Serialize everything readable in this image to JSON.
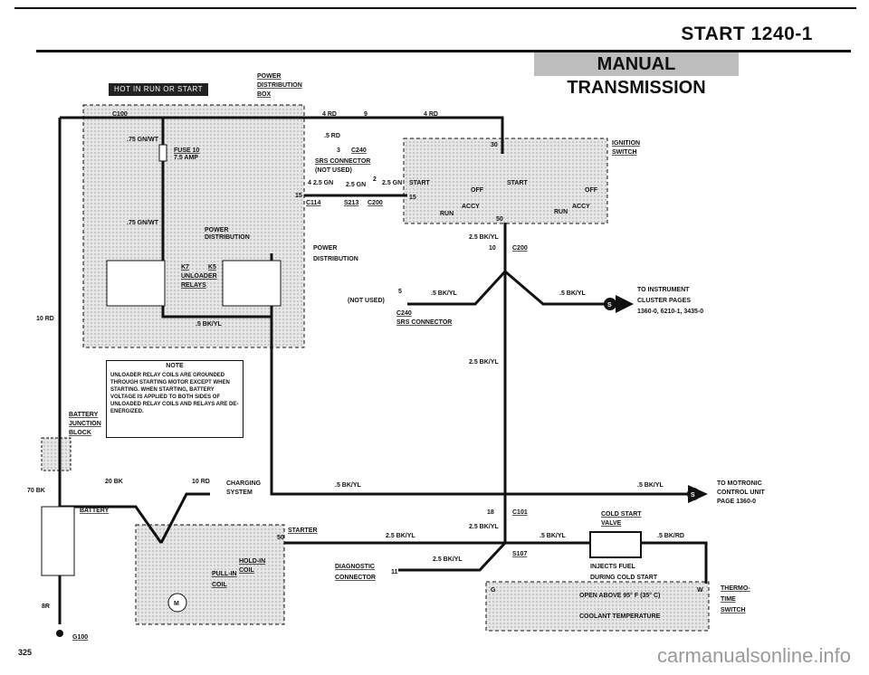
{
  "header": {
    "title": "START  1240-1",
    "section": "MANUAL TRANSMISSION"
  },
  "hot_label": "HOT IN RUN OR START",
  "power_distribution_box": "POWER\nDISTRIBUTION\nBOX",
  "labels": {
    "c100": "C100",
    "wire_75gnwt_a": ".75 GN/WT",
    "wire_75gnwt_b": ".75 GN/WT",
    "fuse": "FUSE 10",
    "fuse_amp": "7.5 AMP",
    "pd_inner_1": "POWER",
    "pd_inner_2": "DISTRIBUTION",
    "k7": "K7",
    "k5": "K5",
    "unloader": "UNLOADER",
    "relays": "RELAYS",
    "relay_wire": ".5 BK/YL",
    "wire_4rd_a": "4 RD",
    "pin9": "9",
    "wire_4rd_b": "4 RD",
    "wire_5rd": ".5 RD",
    "pin3": "3",
    "c240_a": "C240",
    "srs_conn_a": "SRS CONNECTOR",
    "not_used_a": "(NOT USED)",
    "pin4": "4",
    "wire_25gn_a": "2.5 GN",
    "wire_25gn_b": "2.5 GN",
    "pin2": "2",
    "wire_25gn_c": "2.5 GN",
    "pin15": "15",
    "c114": "C114",
    "s213": "S213",
    "c200_a": "C200",
    "ign_switch_1": "IGNITION",
    "ign_switch_2": "SWITCH",
    "pin30": "30",
    "start_a": "START",
    "start_b": "START",
    "off_a": "OFF",
    "off_b": "OFF",
    "acc_a": "ACCY",
    "acc_b": "ACCY",
    "run_a": "RUN",
    "run_b": "RUN",
    "pin15b": "15",
    "pin50": "50",
    "wire_25bkyl_a": "2.5 BK/YL",
    "pin10": "10",
    "c200_b": "C200",
    "pd_lower_1": "POWER",
    "pd_lower_2": "DISTRIBUTION",
    "pin5": "5",
    "wire_5bkyl_a": ".5 BK/YL",
    "not_used_b": "(NOT USED)",
    "c240_b": "C240",
    "srs_conn_b": "SRS CONNECTOR",
    "wire_5bkyl_b": ".5 BK/YL",
    "to_instr_1": "TO INSTRUMENT",
    "to_instr_2": "CLUSTER PAGES",
    "to_instr_3": "1360-0, 6210-1, 3435-0",
    "wire_10rd": "10 RD",
    "wire_25bkyl_b": "2.5 BK/YL",
    "battery_junction_1": "BATTERY",
    "battery_junction_2": "JUNCTION",
    "battery_junction_3": "BLOCK",
    "wire_20bk": "20 BK",
    "wire_10rd_b": "10 RD",
    "charging_1": "CHARGING",
    "charging_2": "SYSTEM",
    "wire_70bk": "70 BK",
    "battery": "BATTERY",
    "wire_5bkyl_c": ".5 BK/YL",
    "wire_5bkyl_d": ".5 BK/YL",
    "to_motronic_1": "TO MOTRONIC",
    "to_motronic_2": "CONTROL UNIT",
    "to_motronic_3": "PAGE 1360-0",
    "pin18": "18",
    "c101": "C101",
    "starter": "STARTER",
    "pin50b": "50",
    "wire_25bkyl_c": "2.5 BK/YL",
    "wire_25bkyl_d": "2.5 BK/YL",
    "cold_start_1": "COLD START",
    "cold_start_2": "VALVE",
    "wire_5bkyl_e": ".5 BK/YL",
    "wire_5bkrd": ".5 BK/RD",
    "s107": "S107",
    "diag_1": "DIAGNOSTIC",
    "diag_2": "CONNECTOR",
    "pin11": "11",
    "wire_25bkyl_e": "2.5 BK/YL",
    "hold_in": "HOLD-IN",
    "coil_a": "COIL",
    "pull_in": "PULL-IN",
    "coil_b": "COIL",
    "injects_1": "INJECTS FUEL",
    "injects_2": "DURING COLD START",
    "open_above": "OPEN ABOVE 95° F (35° C)",
    "coolant": "COOLANT TEMPERATURE",
    "pin_w": "W",
    "pin_g": "G",
    "thermo_1": "THERMO-",
    "thermo_2": "TIME",
    "thermo_3": "SWITCH",
    "wire_8r": "8R",
    "g100": "G100",
    "motor_m": "M",
    "s_marker_a": "S",
    "s_marker_b": "S"
  },
  "note": {
    "title": "NOTE",
    "body": "UNLOADER RELAY COILS ARE GROUNDED THROUGH STARTING MOTOR EXCEPT WHEN STARTING. WHEN STARTING, BATTERY VOLTAGE IS APPLIED TO BOTH SIDES OF UNLOADED RELAY COILS AND RELAYS ARE DE-ENERGIZED."
  },
  "footer": {
    "page": "325",
    "watermark": "carmanualsonline.info"
  }
}
